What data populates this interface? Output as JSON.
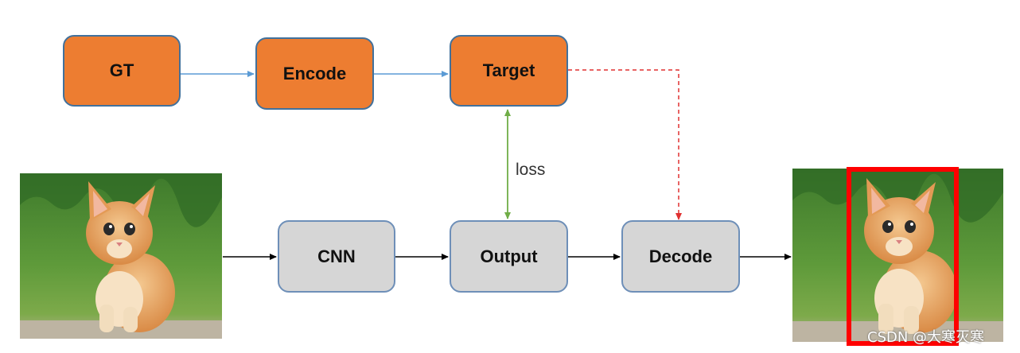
{
  "nodes": {
    "gt": "GT",
    "encode": "Encode",
    "target": "Target",
    "cnn": "CNN",
    "output": "Output",
    "decode": "Decode"
  },
  "edge_labels": {
    "loss": "loss"
  },
  "watermark": "CSDN @大寒灭寒",
  "colors": {
    "orange_fill": "#ED7D31",
    "gray_fill": "#D6D6D6",
    "blue_arrow": "#5B9BD5",
    "green_arrow": "#70AD47",
    "red_dashed": "#E03030",
    "bbox": "#FF0000"
  },
  "images": {
    "input": "kitten-photo",
    "result": "kitten-photo-with-bounding-box"
  }
}
